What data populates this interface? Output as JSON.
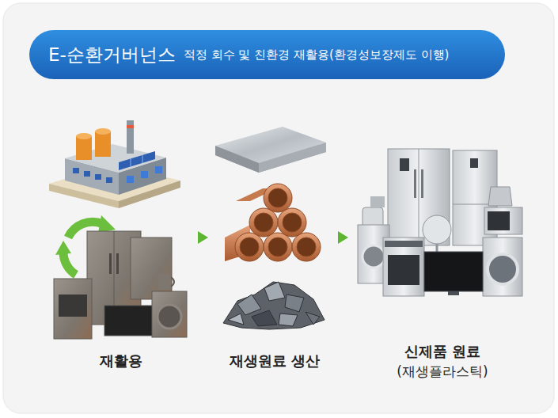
{
  "diagram": {
    "nodes": [
      {
        "text": [
          "E-순환거버넌스",
          "적정 회수 및 친환경 재활용(환경성보장제도 이행)"
        ]
      }
    ],
    "labels": [
      "재활용",
      "재생원료 생산",
      "신제품 원료",
      "(재생플라스틱)"
    ]
  }
}
